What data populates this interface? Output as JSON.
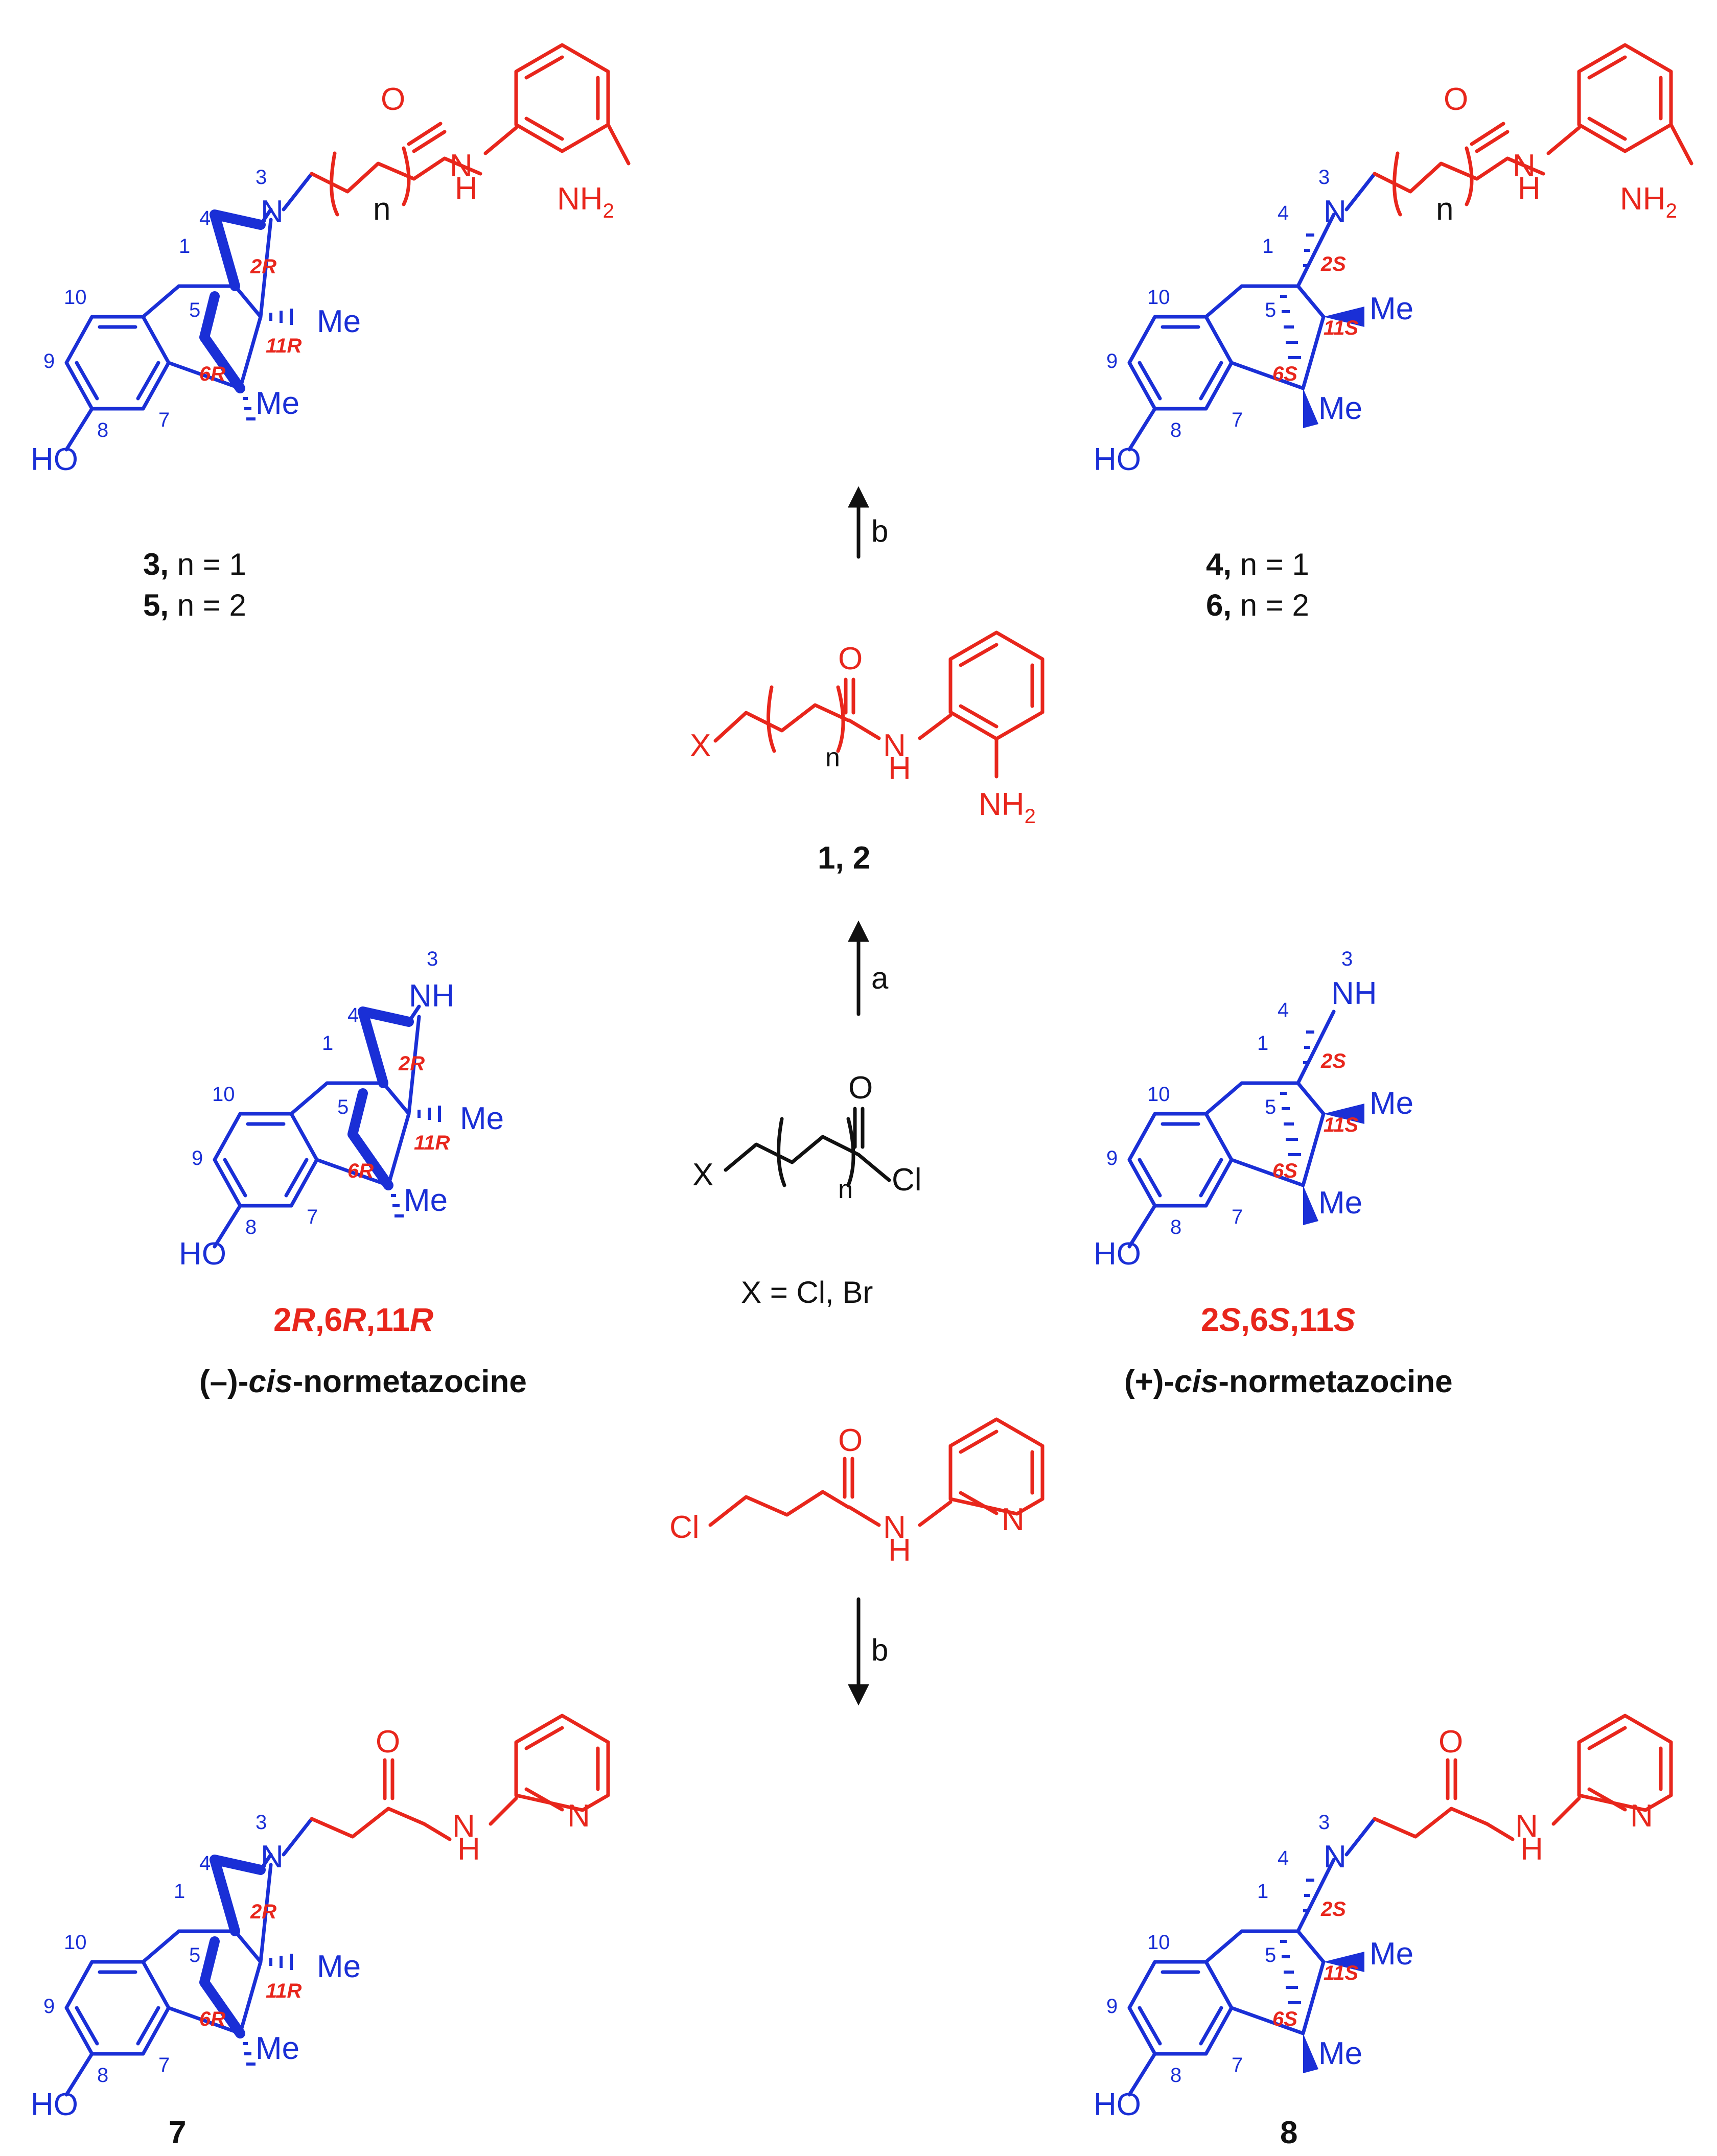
{
  "atoms": {
    "N": "N",
    "NH": "NH",
    "O": "O",
    "H": "H",
    "NH2": "NH",
    "NH2_sub": "2",
    "HO": "HO",
    "Me": "Me",
    "X": "X",
    "Cl": "Cl",
    "n": "n"
  },
  "numbering": {
    "n1": "1",
    "n3": "3",
    "n4": "4",
    "n5": "5",
    "n7": "7",
    "n8": "8",
    "n9": "9",
    "n10": "10"
  },
  "config_R": {
    "c2": "2R",
    "c6": "6R",
    "c11": "11R"
  },
  "config_S": {
    "c2": "2S",
    "c6": "6S",
    "c11": "11S"
  },
  "arrows": {
    "a": "a",
    "b": "b"
  },
  "compounds": {
    "c3": {
      "num": "3,",
      "text": " n = 1"
    },
    "c5": {
      "num": "5,",
      "text": " n = 2"
    },
    "c4": {
      "num": "4,",
      "text": " n = 1"
    },
    "c6": {
      "num": "6,",
      "text": " n = 2"
    },
    "c12": "1, 2",
    "c7": "7",
    "c8": "8"
  },
  "reagent_note": "X = Cl, Br",
  "stereo_left": {
    "parts": [
      "2",
      "R",
      ",6",
      "R",
      ",11",
      "R"
    ]
  },
  "stereo_right": {
    "parts": [
      "2",
      "S",
      ",6",
      "S",
      ",11",
      "S"
    ]
  },
  "name_left": {
    "prefix": "(–)-",
    "italic": "cis",
    "suffix": "-normetazocine"
  },
  "name_right": {
    "prefix": "(+)-",
    "italic": "cis",
    "suffix": "-normetazocine"
  },
  "colors": {
    "scaffold": "#1a2fd6",
    "side_chain": "#e8261c",
    "text": "#111111"
  }
}
